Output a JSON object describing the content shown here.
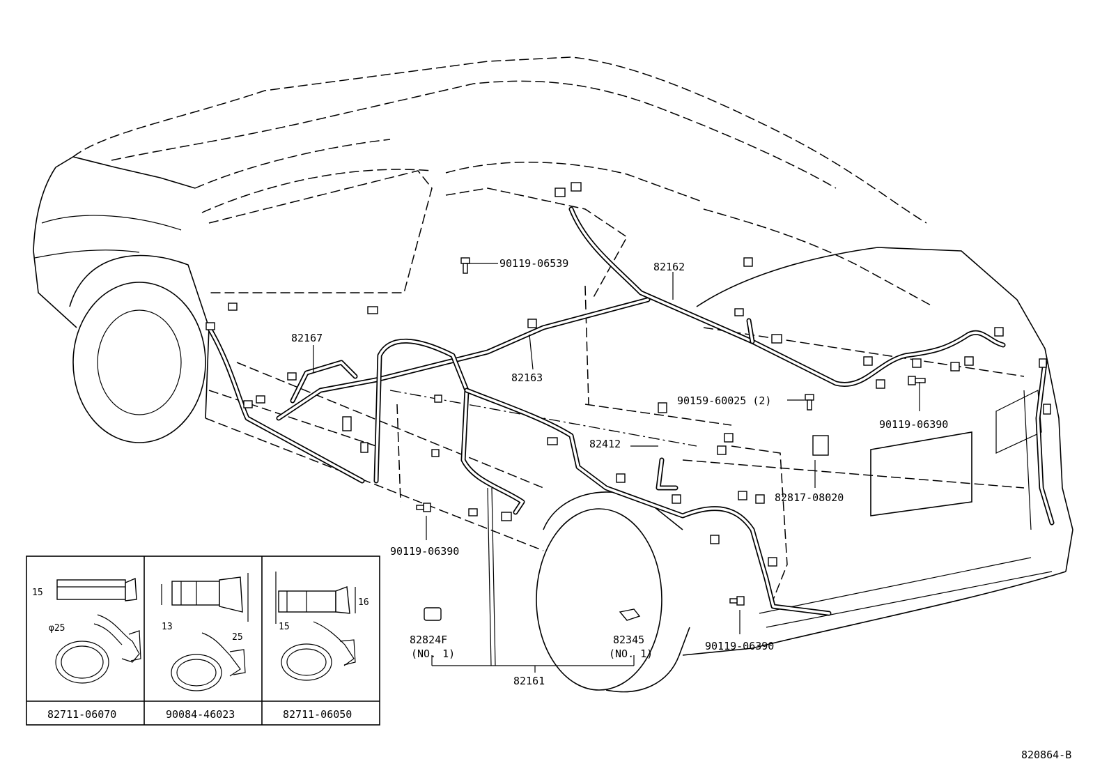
{
  "diagram_id": "820864-B",
  "parts": {
    "p82162": "82162",
    "p82167": "82167",
    "p82163": "82163",
    "p82412": "82412",
    "p82817": "82817-08020",
    "p82161": "82161",
    "p82824": "82824F",
    "p82824_sub": "(NO. 1)",
    "p82345": "82345",
    "p82345_sub": "(NO. 1)",
    "bolt_06539": "90119-06539",
    "bolt_60025": "90159-60025 (2)",
    "bolt_06390_right": "90119-06390",
    "bolt_06390_left": "90119-06390",
    "bolt_06390_bottom": "90119-06390"
  },
  "clamp_panels": [
    {
      "part": "82711-06070",
      "dim_a": "15",
      "dim_b": "φ25"
    },
    {
      "part": "90084-46023",
      "dim_a": "13",
      "dim_b": "25"
    },
    {
      "part": "82711-06050",
      "dim_a": "15",
      "dim_b": "16"
    }
  ]
}
